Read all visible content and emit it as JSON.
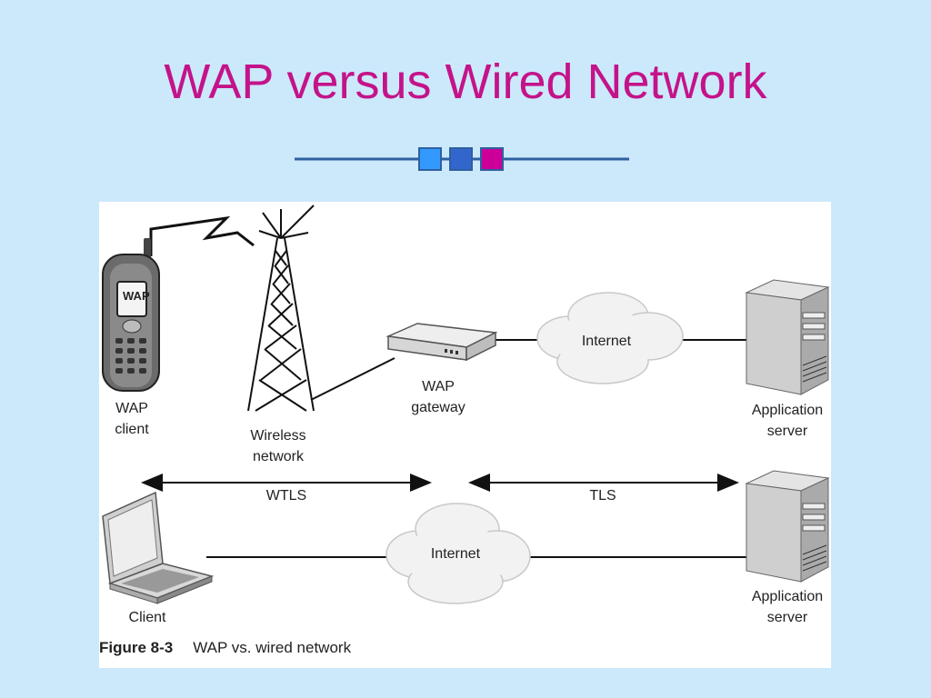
{
  "slide": {
    "title": "WAP versus Wired Network",
    "accent_color": "#c4138a",
    "background_color": "#cce9fb"
  },
  "figure": {
    "caption_number": "Figure 8-3",
    "caption_text": "WAP vs. wired network",
    "nodes": {
      "wap_client": [
        "WAP",
        "client"
      ],
      "phone_screen": "WAP",
      "wireless_network": [
        "Wireless",
        "network"
      ],
      "wap_gateway": [
        "WAP",
        "gateway"
      ],
      "internet_top": "Internet",
      "app_server_top": [
        "Application",
        "server"
      ],
      "client": "Client",
      "internet_bottom": "Internet",
      "app_server_bottom": [
        "Application",
        "server"
      ]
    },
    "protocols": {
      "wtls": "WTLS",
      "tls": "TLS"
    }
  }
}
